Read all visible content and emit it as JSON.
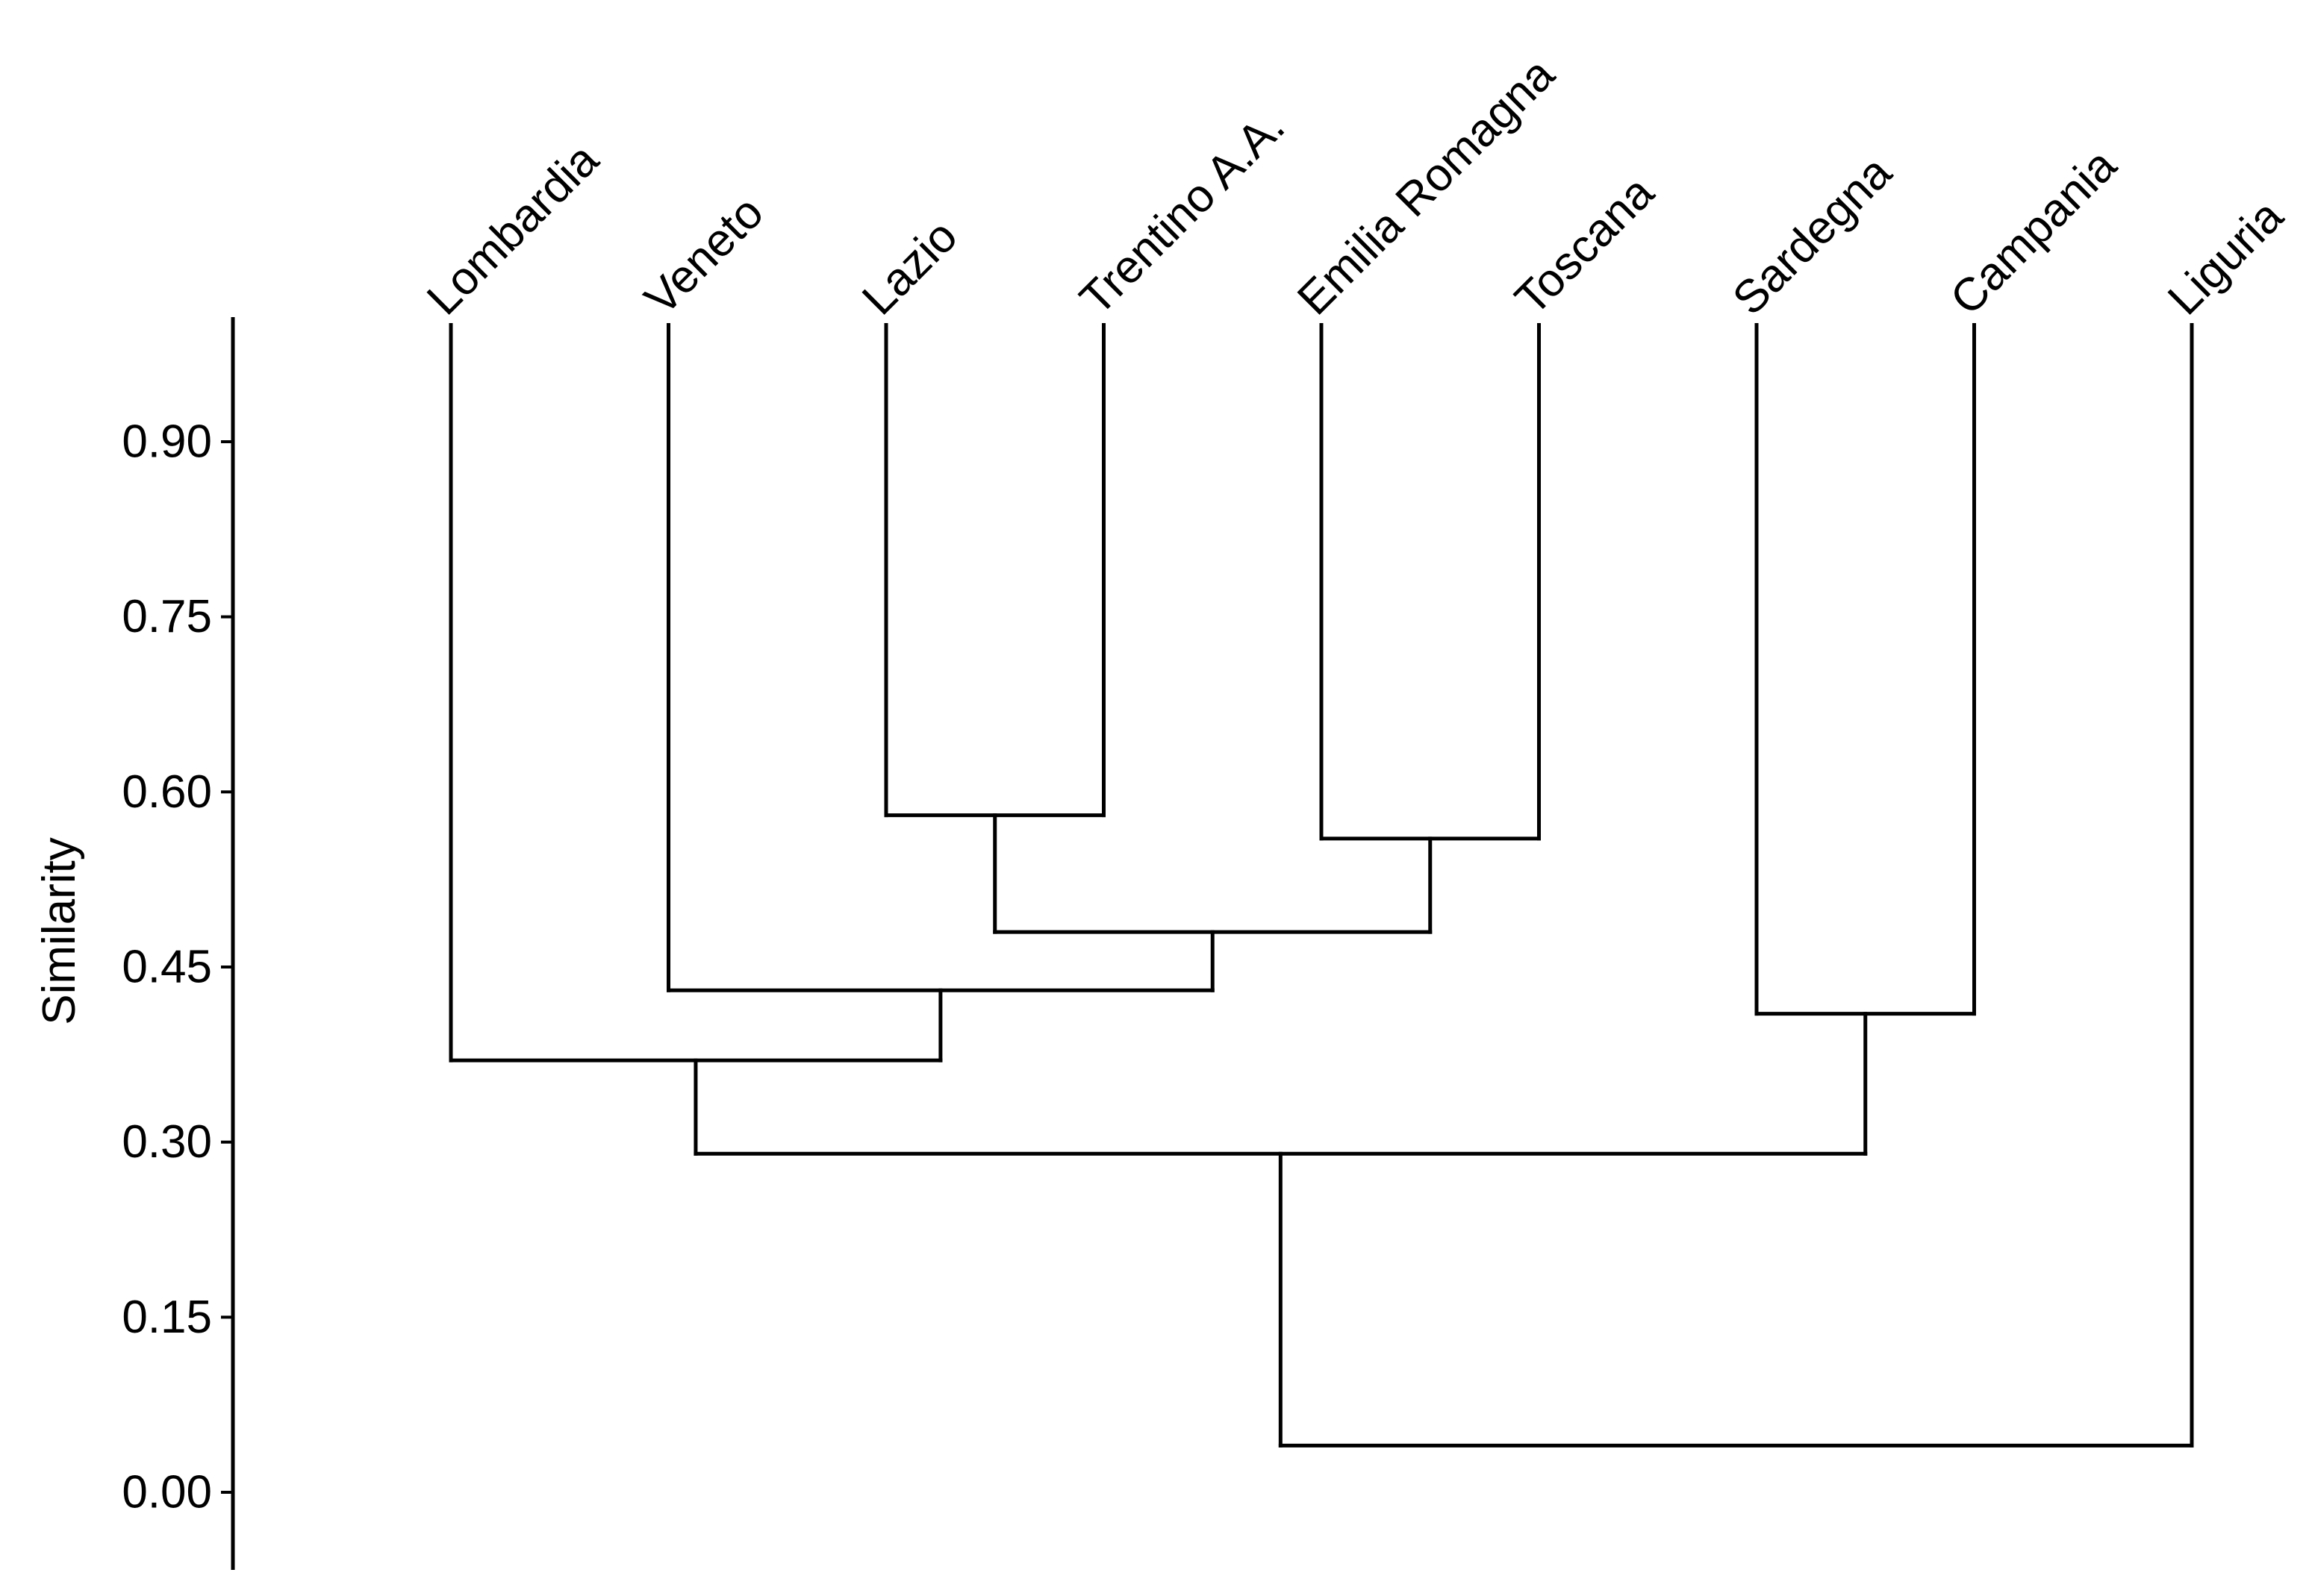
{
  "chart_data": {
    "type": "dendrogram",
    "ylabel": "Similarity",
    "ylim": [
      -0.065,
      1.03
    ],
    "yticks": [
      "0.00",
      "0.15",
      "0.30",
      "0.45",
      "0.60",
      "0.75",
      "0.90"
    ],
    "leaf_top": 1.0,
    "leaves": [
      "Lombardia",
      "Veneto",
      "Lazio",
      "Trentino A.A.",
      "Emilia Romagna",
      "Toscana",
      "Sardegna",
      "Campania",
      "Liguria"
    ],
    "merges": [
      {
        "left": "Lazio",
        "right": "Trentino A.A.",
        "similarity": 0.58
      },
      {
        "left": "Emilia Romagna",
        "right": "Toscana",
        "similarity": 0.56
      },
      {
        "left": "Lazio + Trentino A.A.",
        "right": "Emilia Romagna + Toscana",
        "similarity": 0.48
      },
      {
        "left": "Veneto",
        "right": "Lazio + Trentino A.A. + Emilia Romagna + Toscana",
        "similarity": 0.43
      },
      {
        "left": "Lombardia",
        "right": "Veneto + Lazio + Trentino A.A. + Emilia Romagna + Toscana",
        "similarity": 0.37
      },
      {
        "left": "Sardegna",
        "right": "Campania",
        "similarity": 0.41
      },
      {
        "left": "Lombardia + ... + Toscana",
        "right": "Sardegna + Campania",
        "similarity": 0.29
      },
      {
        "left": "Lombardia + ... + Campania",
        "right": "Liguria",
        "similarity": 0.04
      }
    ],
    "tree": {
      "h": 0.04,
      "children": [
        {
          "h": 0.29,
          "children": [
            {
              "h": 0.37,
              "children": [
                {
                  "leaf": "Lombardia"
                },
                {
                  "h": 0.43,
                  "children": [
                    {
                      "leaf": "Veneto"
                    },
                    {
                      "h": 0.48,
                      "children": [
                        {
                          "h": 0.58,
                          "children": [
                            {
                              "leaf": "Lazio"
                            },
                            {
                              "leaf": "Trentino A.A."
                            }
                          ]
                        },
                        {
                          "h": 0.56,
                          "children": [
                            {
                              "leaf": "Emilia Romagna"
                            },
                            {
                              "leaf": "Toscana"
                            }
                          ]
                        }
                      ]
                    }
                  ]
                }
              ]
            },
            {
              "h": 0.41,
              "children": [
                {
                  "leaf": "Sardegna"
                },
                {
                  "leaf": "Campania"
                }
              ]
            }
          ]
        },
        {
          "leaf": "Liguria"
        }
      ]
    }
  }
}
